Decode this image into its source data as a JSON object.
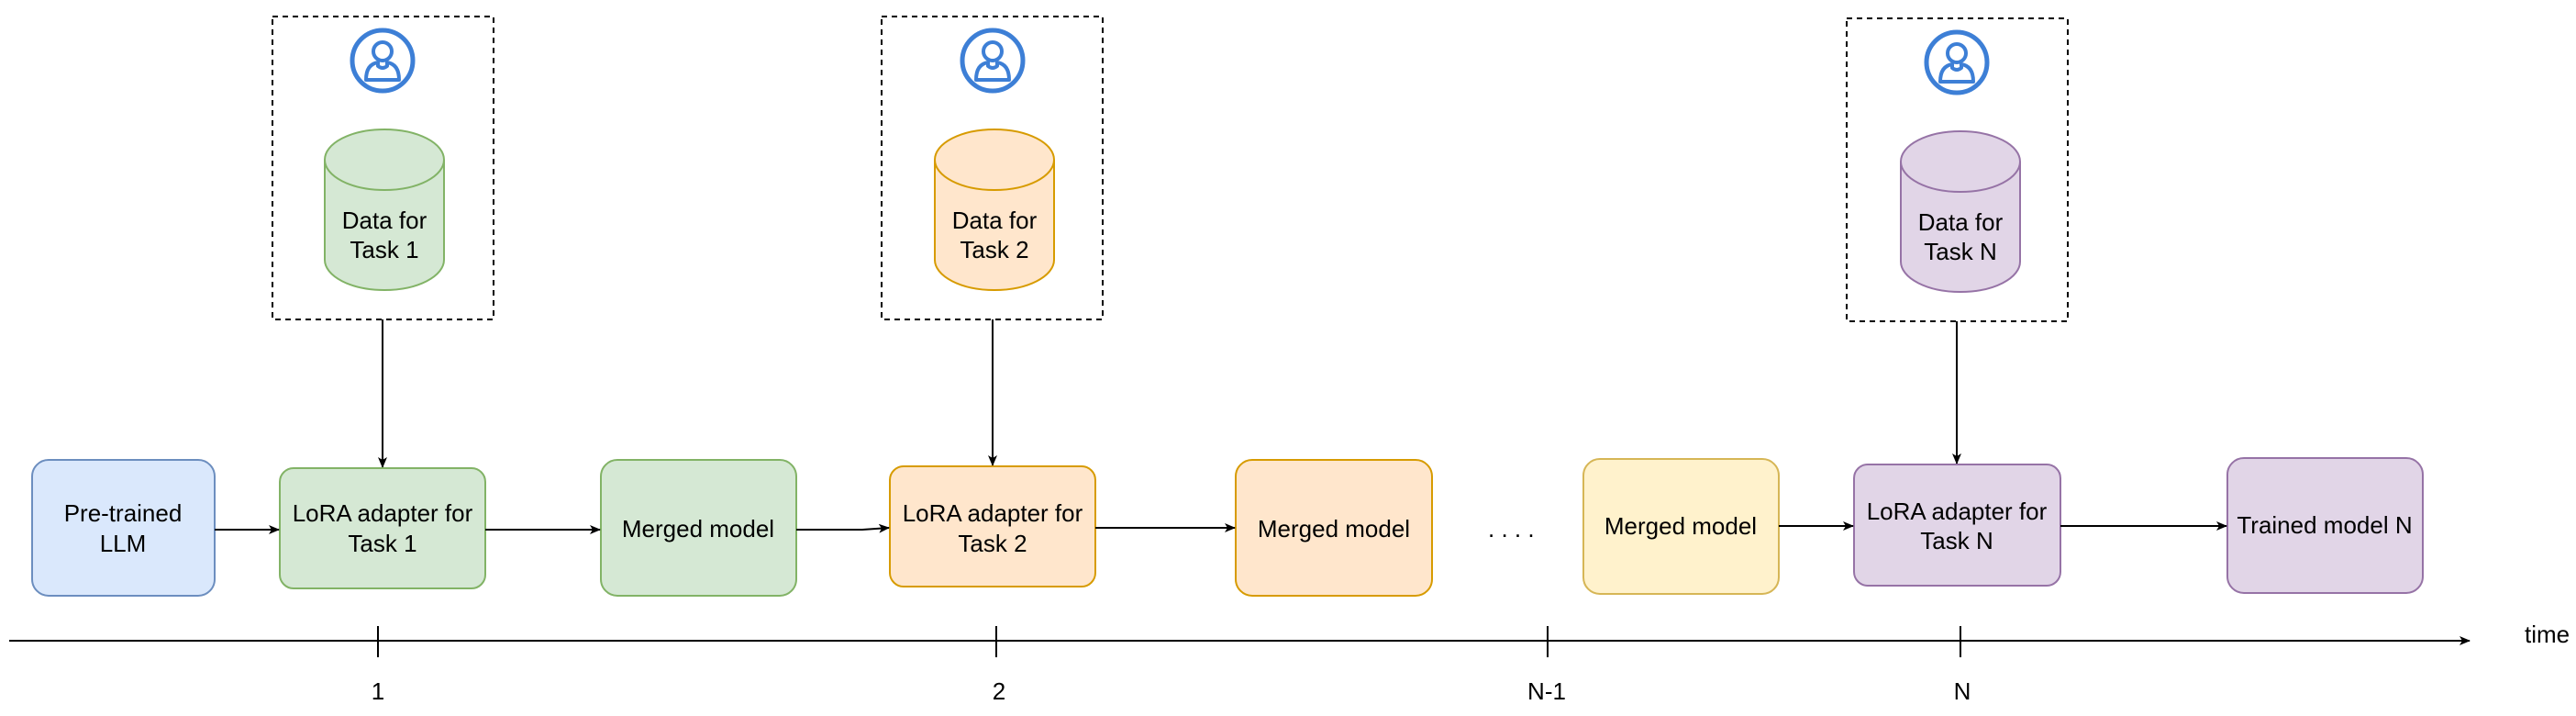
{
  "colors": {
    "blue_fill": "#dae8fc",
    "blue_stroke": "#6c8ebf",
    "green_fill": "#d5e8d4",
    "green_stroke": "#82b366",
    "orange_fill": "#ffe6cc",
    "orange_stroke": "#d79b00",
    "yellow_fill": "#fff2cc",
    "yellow_stroke": "#d6b656",
    "purple_fill": "#e1d5e7",
    "purple_stroke": "#9673a6",
    "user_icon": "#3d7fd6"
  },
  "nodes": {
    "pretrained": {
      "line1": "Pre-trained",
      "line2": "LLM"
    },
    "lora1": {
      "line1": "LoRA adapter for",
      "line2": "Task 1"
    },
    "merged1": {
      "label": "Merged model"
    },
    "lora2": {
      "line1": "LoRA adapter for",
      "line2": "Task 2"
    },
    "merged2": {
      "label": "Merged model"
    },
    "ellipsis": ". . . .",
    "merged3": {
      "label": "Merged model"
    },
    "loraN": {
      "line1": "LoRA adapter for",
      "line2": "Task N"
    },
    "trainedN": {
      "label": "Trained model N"
    }
  },
  "data_sources": [
    {
      "icon": "user-icon",
      "line1": "Data for",
      "line2": "Task 1"
    },
    {
      "icon": "user-icon",
      "line1": "Data for",
      "line2": "Task 2"
    },
    {
      "icon": "user-icon",
      "line1": "Data for",
      "line2": "Task N"
    }
  ],
  "timeline": {
    "axis_label": "time",
    "ticks": [
      "1",
      "2",
      "N-1",
      "N"
    ]
  }
}
